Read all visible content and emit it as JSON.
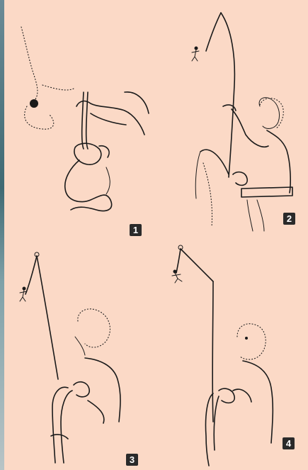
{
  "panels": [
    {
      "number": "1"
    },
    {
      "number": "2"
    },
    {
      "number": "3"
    },
    {
      "number": "4"
    }
  ],
  "colors": {
    "background": "#fbd9c6",
    "ink": "#1a1a1a",
    "badge": "#2a2a2a"
  },
  "icons": [
    "belay-device-icon",
    "climber-icon",
    "anchor-icon"
  ]
}
